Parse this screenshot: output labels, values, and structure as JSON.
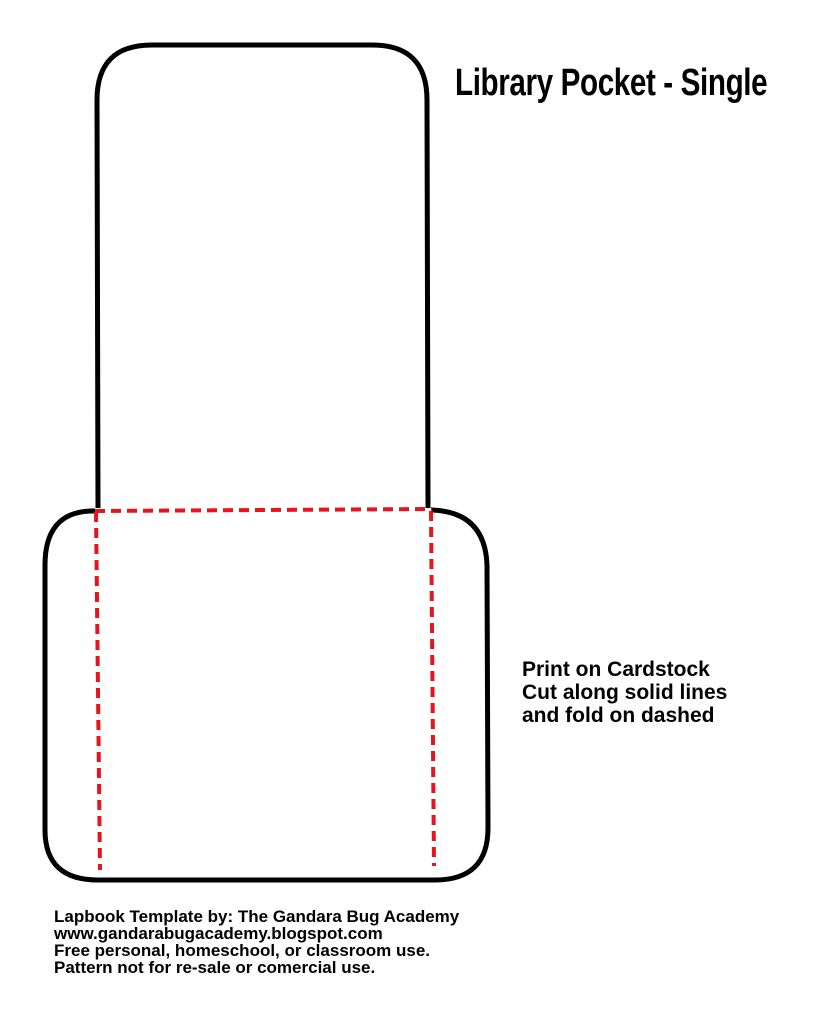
{
  "title": "Library Pocket - Single",
  "instructions": [
    "Print on Cardstock",
    "Cut along solid lines",
    "and fold on dashed"
  ],
  "credits": [
    "Lapbook Template by: The Gandara Bug Academy",
    "www.gandarabugacademy.blogspot.com",
    "Free personal, homeschool, or classroom use.",
    "Pattern not for re-sale or comercial use."
  ],
  "colors": {
    "cut_line": "#000000",
    "fold_line": "#e8141c"
  }
}
